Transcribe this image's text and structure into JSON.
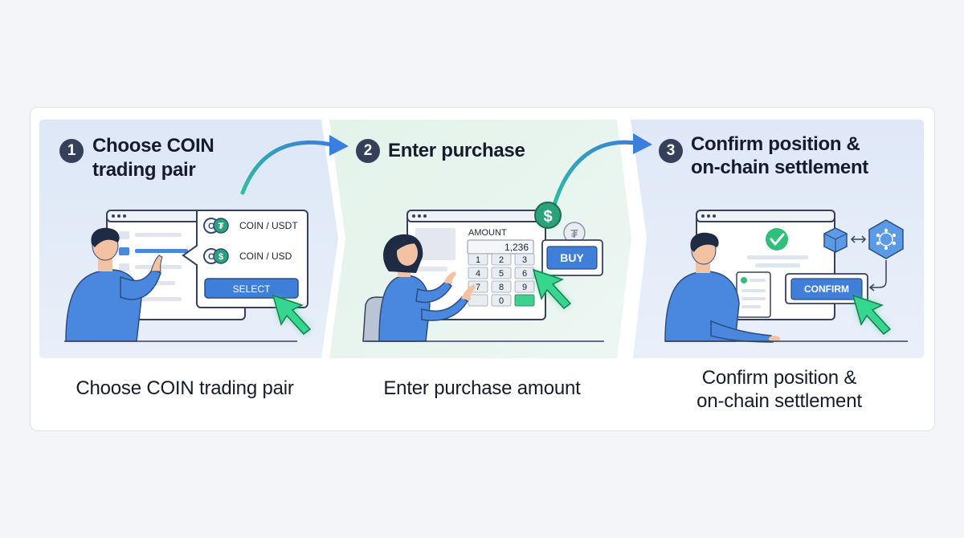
{
  "steps": [
    {
      "number": "1",
      "title": "Choose COIN\ntrading pair",
      "caption": "Choose COIN trading pair"
    },
    {
      "number": "2",
      "title": "Enter purchase",
      "caption": "Enter purchase amount"
    },
    {
      "number": "3",
      "title": "Confirm position &\non-chain settlement",
      "caption": "Confirm position &\non-chain settlement"
    }
  ],
  "step1": {
    "pairs": [
      {
        "label": "COIN / USDT",
        "icon": "tether-icon"
      },
      {
        "label": "COIN / USD",
        "icon": "dollar-icon"
      }
    ],
    "select_label": "SELECT"
  },
  "step2": {
    "amount_label": "AMOUNT",
    "amount_value": "1,236",
    "keys": [
      "1",
      "2",
      "3",
      "4",
      "5",
      "6",
      "7",
      "8",
      "9",
      "0"
    ],
    "buy_label": "BUY"
  },
  "step3": {
    "confirm_label": "CONFIRM"
  },
  "colors": {
    "panel_blue": "#e3ecf8",
    "panel_green": "#e6f4ee",
    "accent_blue": "#3f7fd9",
    "accent_green": "#2fcf86",
    "badge": "#36405a"
  }
}
